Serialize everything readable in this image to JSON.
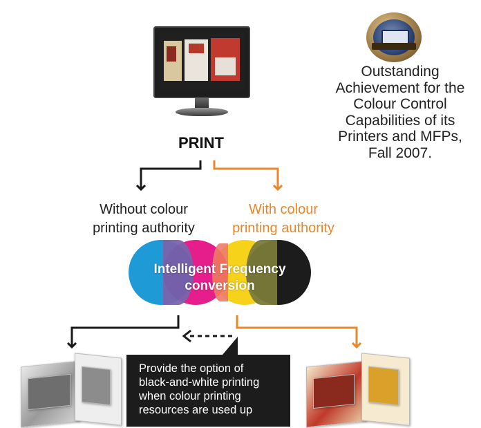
{
  "award": {
    "text": "Outstanding\nAchievement for the\nColour Control\nCapabilities of its\nPrinters and MFPs,\nFall 2007."
  },
  "flow": {
    "print_label": "PRINT",
    "without_label": "Without colour\nprinting authority",
    "with_label": "With colour\nprinting authority",
    "circles_label": "Intelligent Frequency\nconversion",
    "info_text": "Provide the option of\nblack-and-white printing\nwhen colour printing\nresources are used up"
  },
  "colors": {
    "orange": "#e8872b",
    "black": "#1a1a1a",
    "cyan": "#1e9ad6",
    "magenta": "#e51e8c",
    "yellow": "#f6d21a"
  },
  "icons": [
    "monitor-icon",
    "award-badge-icon",
    "bw-printout-icon",
    "colour-printout-icon"
  ]
}
